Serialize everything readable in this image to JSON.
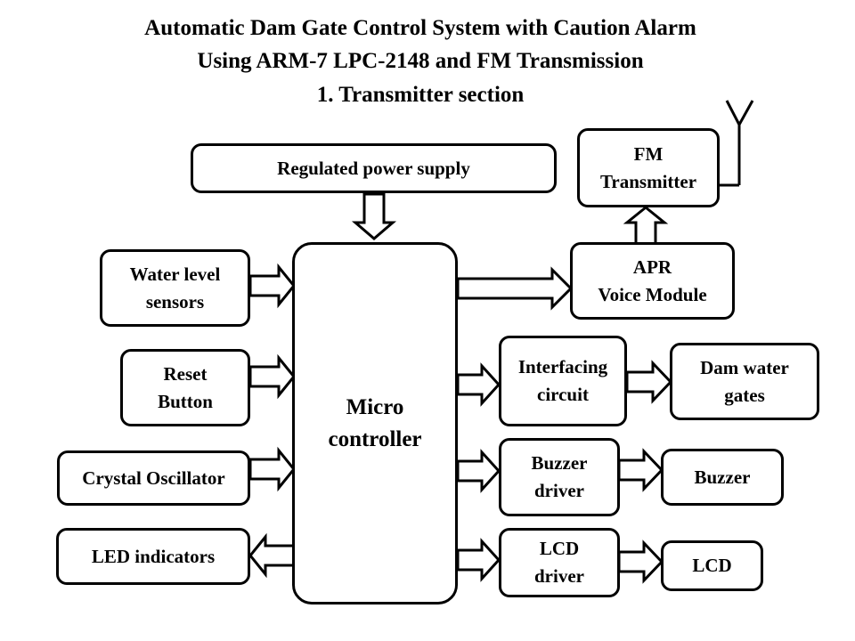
{
  "title": {
    "line1": "Automatic Dam Gate Control System with Caution Alarm",
    "line2": "Using ARM-7 LPC-2148 and FM Transmission",
    "line3": "1. Transmitter section"
  },
  "blocks": {
    "power_supply": "Regulated power supply",
    "fm_transmitter": [
      "FM",
      "Transmitter"
    ],
    "apr_module": [
      "APR",
      "Voice Module"
    ],
    "water_level_sensors": [
      "Water level",
      "sensors"
    ],
    "reset_button": [
      "Reset",
      "Button"
    ],
    "crystal_oscillator": "Crystal Oscillator",
    "led_indicators": "LED indicators",
    "microcontroller": [
      "Micro",
      "controller"
    ],
    "interfacing_circuit": [
      "Interfacing",
      "circuit"
    ],
    "dam_water_gates": [
      "Dam water",
      "gates"
    ],
    "buzzer_driver": [
      "Buzzer",
      "driver"
    ],
    "buzzer": "Buzzer",
    "lcd_driver": [
      "LCD",
      "driver"
    ],
    "lcd": "LCD"
  }
}
